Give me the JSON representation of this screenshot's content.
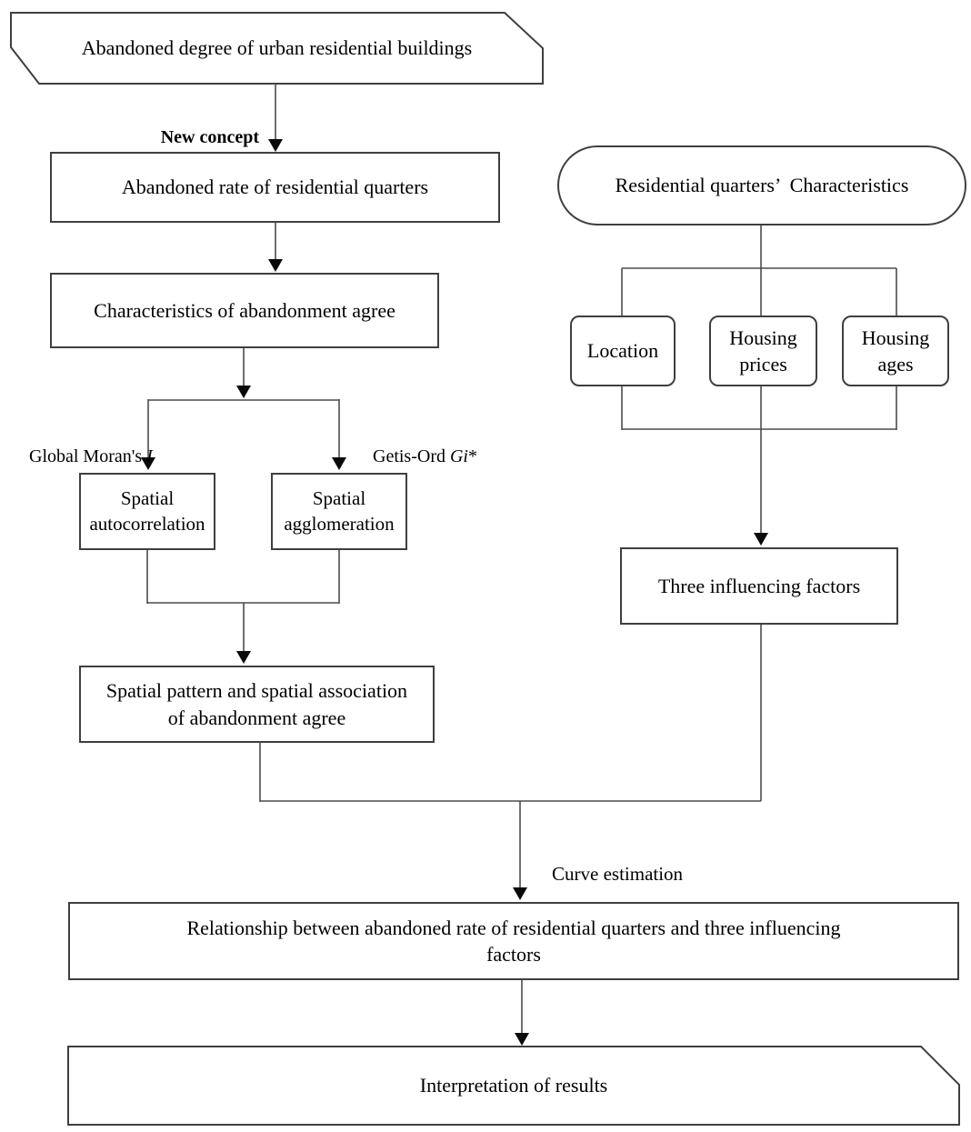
{
  "colors": {
    "background": "#ffffff",
    "box_border": "#3f3f3f",
    "connector_line": "#4c4c4c",
    "arrowhead": "#0a0a0a",
    "text": "#000000"
  },
  "nodes": {
    "abandoned_degree": {
      "label": "Abandoned degree of urban residential buildings",
      "shape": "card"
    },
    "abandoned_rate": {
      "label": "Abandoned rate of residential quarters",
      "shape": "rect"
    },
    "characteristics": {
      "label": "Characteristics of abandonment agree",
      "shape": "rect"
    },
    "spatial_autocorrelation": {
      "label": "Spatial\nautocorrelation",
      "shape": "rect"
    },
    "spatial_agglomeration": {
      "label": "Spatial\nagglomeration",
      "shape": "rect"
    },
    "spatial_pattern": {
      "label": "Spatial pattern and spatial association\nof abandonment agree",
      "shape": "rect"
    },
    "residential_characteristics": {
      "label": "Residential quarters’  Characteristics",
      "shape": "stadium"
    },
    "location": {
      "label": "Location",
      "shape": "rounded-rect"
    },
    "housing_prices": {
      "label": "Housing\nprices",
      "shape": "rounded-rect"
    },
    "housing_ages": {
      "label": "Housing\nages",
      "shape": "rounded-rect"
    },
    "three_factors": {
      "label": "Three influencing factors",
      "shape": "rect"
    },
    "relationship": {
      "label": "Relationship between abandoned rate of residential quarters and three influencing\nfactors",
      "shape": "rect"
    },
    "interpretation": {
      "label": "Interpretation of results",
      "shape": "card"
    }
  },
  "edge_labels": {
    "new_concept": "New concept",
    "global_morans": {
      "prefix": "Global Moran's ",
      "italic": "I",
      "suffix": ""
    },
    "getis_ord": {
      "prefix": "Getis-Ord ",
      "italic": "Gi",
      "suffix": "*"
    },
    "curve_estimation": "Curve estimation"
  },
  "edges": [
    {
      "from": "abandoned_degree",
      "to": "abandoned_rate",
      "label_key": "new_concept"
    },
    {
      "from": "abandoned_rate",
      "to": "characteristics"
    },
    {
      "from": "characteristics",
      "to": "spatial_autocorrelation",
      "label_key": "global_morans"
    },
    {
      "from": "characteristics",
      "to": "spatial_agglomeration",
      "label_key": "getis_ord"
    },
    {
      "from": "spatial_autocorrelation",
      "to": "spatial_pattern"
    },
    {
      "from": "spatial_agglomeration",
      "to": "spatial_pattern"
    },
    {
      "from": "residential_characteristics",
      "to": "location"
    },
    {
      "from": "residential_characteristics",
      "to": "housing_prices"
    },
    {
      "from": "residential_characteristics",
      "to": "housing_ages"
    },
    {
      "from": "location",
      "to": "three_factors"
    },
    {
      "from": "housing_prices",
      "to": "three_factors"
    },
    {
      "from": "housing_ages",
      "to": "three_factors"
    },
    {
      "from": "spatial_pattern",
      "to": "relationship",
      "label_key": "curve_estimation"
    },
    {
      "from": "three_factors",
      "to": "relationship",
      "label_key": "curve_estimation"
    },
    {
      "from": "relationship",
      "to": "interpretation"
    }
  ]
}
